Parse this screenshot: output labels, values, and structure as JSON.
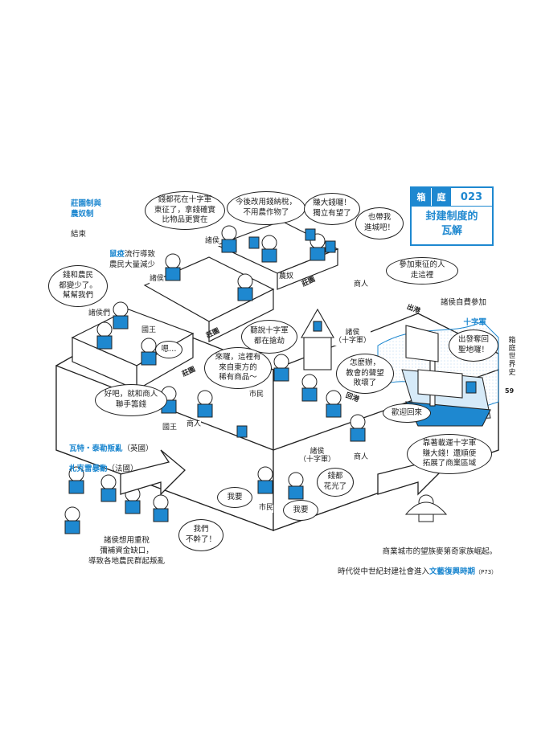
{
  "title_box": {
    "cell1": "箱",
    "cell2": "庭",
    "number": "023",
    "title": "封建制度的\n瓦解"
  },
  "side_tab": {
    "text": "箱\n庭\n世\n界\n史"
  },
  "page_number": "59",
  "notes": {
    "manor": {
      "highlight": "莊園制與\n農奴制",
      "rest": "結束"
    },
    "plague": {
      "highlight": "鼠疫",
      "rest": "流行導致\n農民大量減少"
    },
    "crusade_self": {
      "text": "諸侯自費參加",
      "highlight": "十字軍"
    },
    "revolts": {
      "highlight1": "瓦特・泰勒叛亂",
      "rest1": "（英國）",
      "highlight2": "札克雷暴動",
      "rest2": "（法國）"
    },
    "bottom": {
      "line1": "商業城市的望族麥第奇家族崛起。",
      "line2_prefix": "時代從中世紀封建社會進入",
      "line2_highlight": "文藝復興時期",
      "line2_ref": "（P73）"
    },
    "heavy_tax": "諸侯想用重稅\n彌補資金缺口，\n導致各地農民群起叛亂"
  },
  "bubbles": {
    "money_crusade": "錢都花在十字軍\n東征了，拿錢確實\n比物品更實在",
    "tax_money": "今後改用錢納稅，\n不用農作物了",
    "rich": "賺大錢囉！\n獨立有望了",
    "enter_city": "也帶我\n進城吧！",
    "money_farmers": "錢和農民\n都變少了。\n幫幫我們",
    "hmm": "嗯…",
    "merchants_fund": "好吧，就和商人\n聯手籌錢",
    "heard_crusade": "聽說十字軍\n都在搶劫",
    "east_goods": "來囉，這裡有\n來自東方的\n稀有商品～",
    "church": "怎麼辦，\n教會的聲望\n敗壞了",
    "welcome": "歡迎回來",
    "join_east": "參加東征的人\n走這裡",
    "retake": "出發奪回\n聖地囉！",
    "ship_money": "靠著載運十字軍\n賺大錢！還順便\n拓展了商業區域",
    "want1": "我要",
    "want2": "我要",
    "no_money": "錢都\n花光了",
    "quit": "我們\n不幹了！"
  },
  "labels": {
    "lords1": "諸侯",
    "lords2": "諸侯",
    "lords3": "諸侯們",
    "serf": "農奴",
    "king": "國王",
    "merchant1": "商人",
    "merchant2": "商人",
    "merchant3": "商人",
    "king2": "國王",
    "citizen1": "市民",
    "citizen2": "市民",
    "lords_crusade1": "諸侯\n（十字軍）",
    "lords_crusade2": "諸侯\n（十字軍）"
  },
  "signs": {
    "manor1": "莊園",
    "manor2": "莊園",
    "manor3": "莊園",
    "depart": "出港",
    "return": "回港"
  }
}
